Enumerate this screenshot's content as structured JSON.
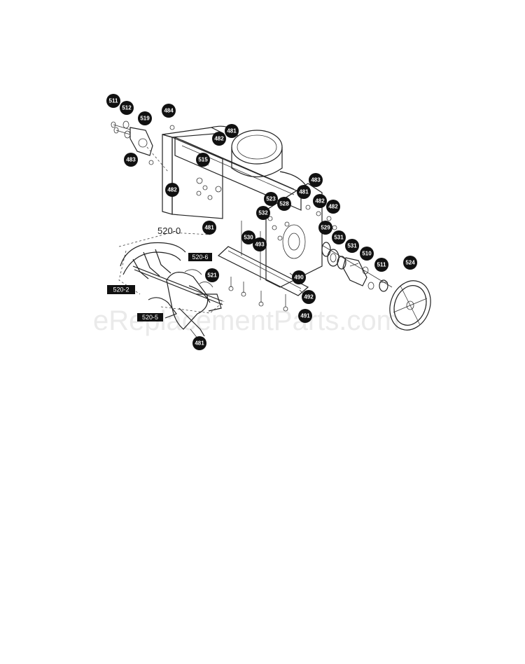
{
  "header": {
    "caption": ""
  },
  "watermark": "eReplacementParts.com",
  "callouts": [
    {
      "id": "c511a",
      "label": "511"
    },
    {
      "id": "c512",
      "label": "512"
    },
    {
      "id": "c519",
      "label": "519"
    },
    {
      "id": "c484",
      "label": "484"
    },
    {
      "id": "c483a",
      "label": "483"
    },
    {
      "id": "c481a",
      "label": "481"
    },
    {
      "id": "c482a",
      "label": "482"
    },
    {
      "id": "c515",
      "label": "515"
    },
    {
      "id": "c482b",
      "label": "482"
    },
    {
      "id": "c481b",
      "label": "481"
    },
    {
      "id": "c483b",
      "label": "483"
    },
    {
      "id": "c481c",
      "label": "481"
    },
    {
      "id": "c482c",
      "label": "482"
    },
    {
      "id": "c482d",
      "label": "482"
    },
    {
      "id": "c523",
      "label": "523"
    },
    {
      "id": "c532",
      "label": "532"
    },
    {
      "id": "c528",
      "label": "528"
    },
    {
      "id": "c529",
      "label": "529"
    },
    {
      "id": "c530",
      "label": "530"
    },
    {
      "id": "c493",
      "label": "493"
    },
    {
      "id": "c531a",
      "label": "531"
    },
    {
      "id": "c531b",
      "label": "531"
    },
    {
      "id": "c510",
      "label": "510"
    },
    {
      "id": "c511b",
      "label": "511"
    },
    {
      "id": "c524",
      "label": "524"
    },
    {
      "id": "c490",
      "label": "490"
    },
    {
      "id": "c492",
      "label": "492"
    },
    {
      "id": "c491",
      "label": "491"
    },
    {
      "id": "c521",
      "label": "521"
    }
  ],
  "tags": [
    {
      "id": "t5206",
      "label": "520-6"
    },
    {
      "id": "t5202",
      "label": "520-2"
    },
    {
      "id": "t5205",
      "label": "520-5"
    }
  ],
  "plain_labels": [
    {
      "id": "p5200",
      "label": "520-0"
    }
  ]
}
